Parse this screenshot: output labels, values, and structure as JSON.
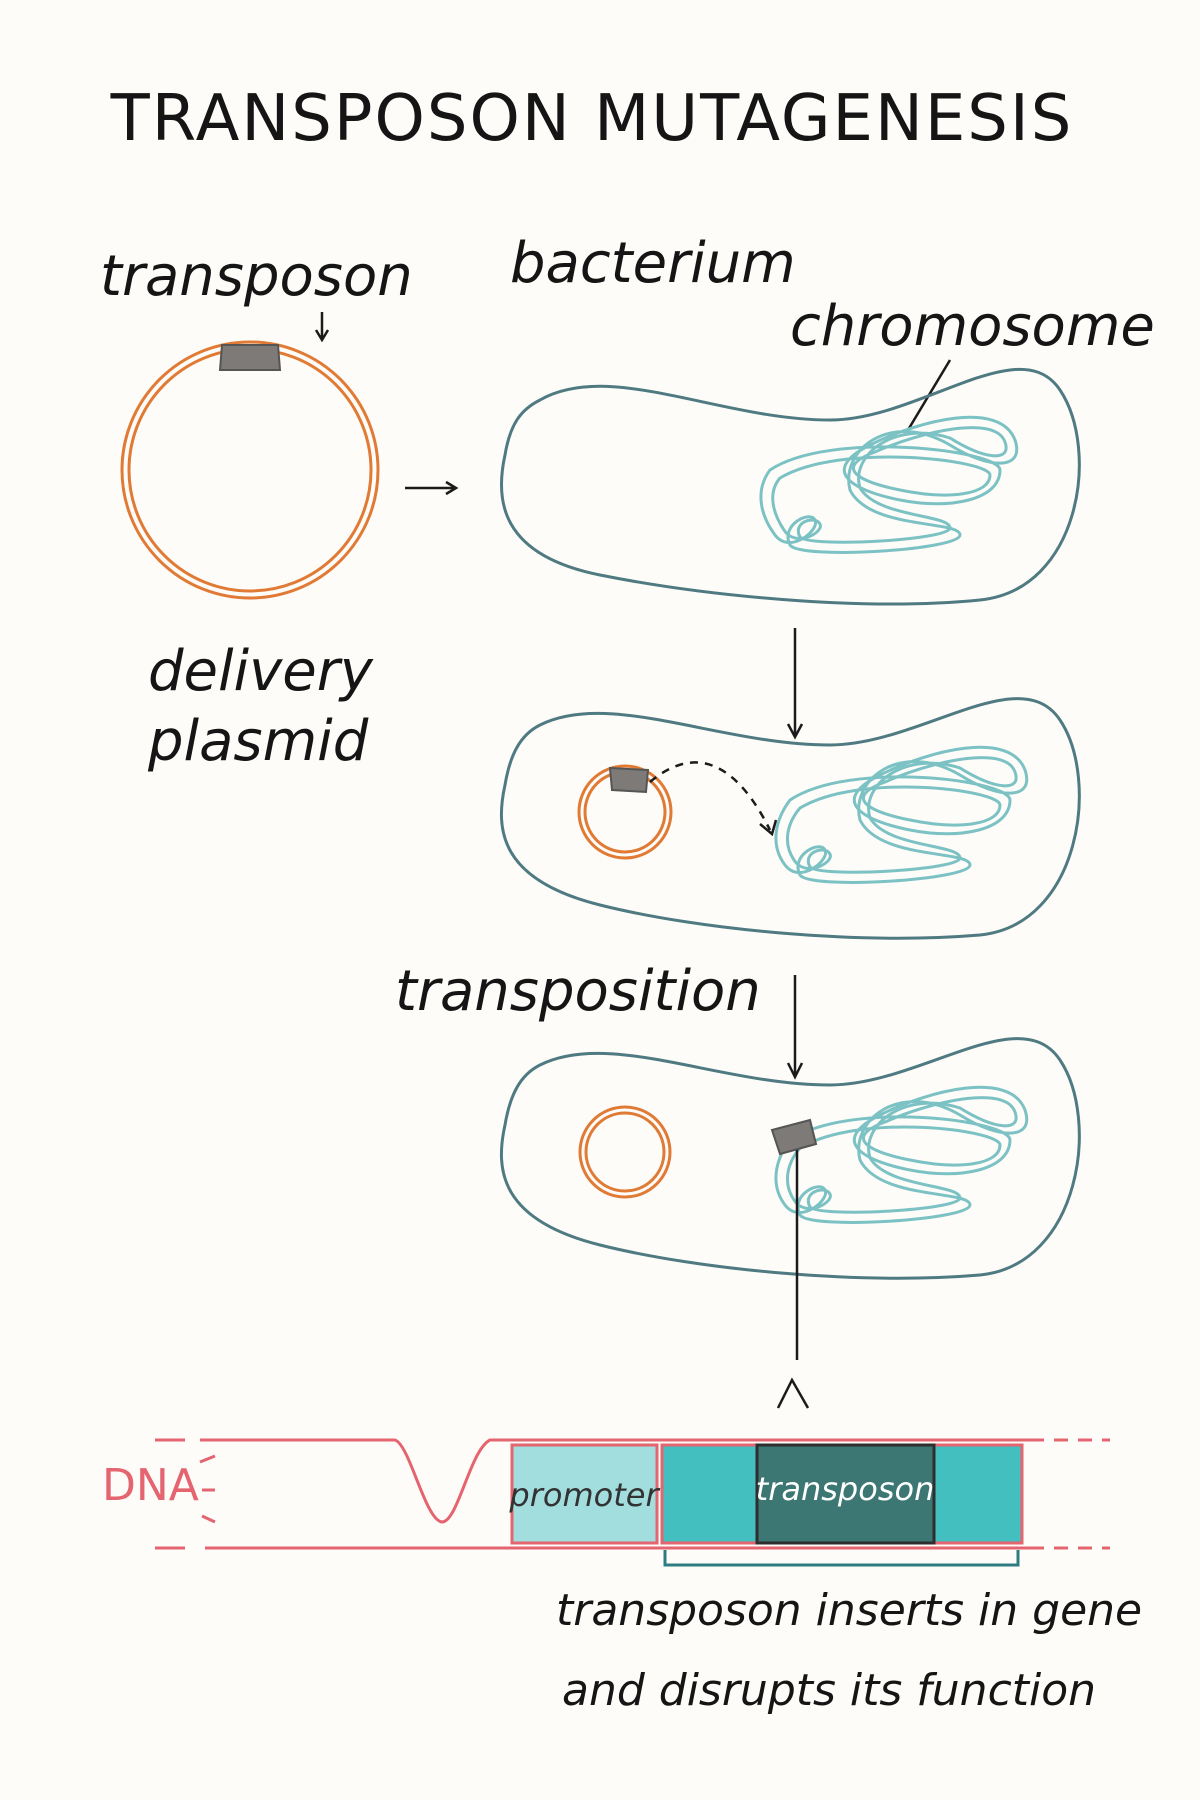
{
  "title": "TRANSPOSON MUTAGENESIS",
  "labels": {
    "transposon": "transposon",
    "delivery": "delivery",
    "plasmid": "plasmid",
    "bacterium": "bacterium",
    "chromosome": "chromosome",
    "transposition": "transposition",
    "dna": "DNA"
  },
  "gene_segments": {
    "promoter": "promoter",
    "transposon": "transposon"
  },
  "caption": {
    "line1": "transposon inserts in gene",
    "line2": "and disrupts its function"
  },
  "colors": {
    "plasmid": "#e07a35",
    "transposon_block": "#7d7a77",
    "cell_outline": "#4f7a82",
    "chromosome": "#7cc2c4",
    "dna": "#e46470",
    "promoter_fill": "#a3dede",
    "gene_fill": "#44bfbf",
    "transposon_gene_fill": "#3d7773"
  }
}
